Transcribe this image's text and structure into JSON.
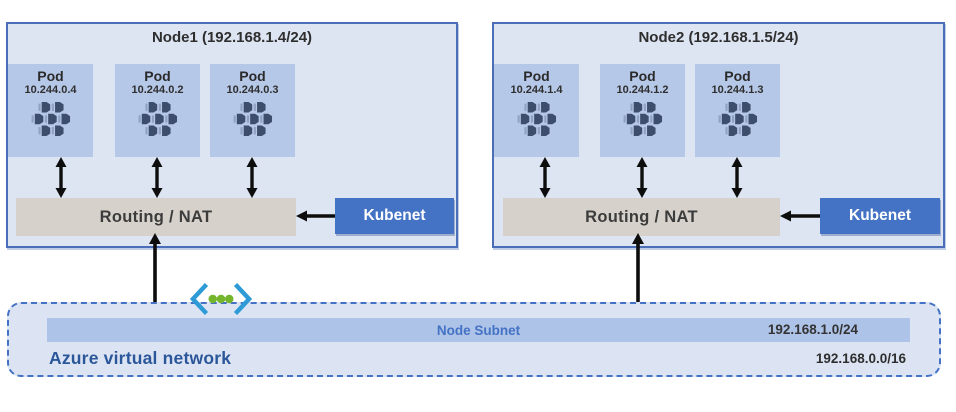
{
  "nodes": [
    {
      "title": "Node1 (192.168.1.4/24)",
      "pods": [
        {
          "label": "Pod",
          "ip": "10.244.0.2"
        },
        {
          "label": "Pod",
          "ip": "10.244.0.3"
        },
        {
          "label": "Pod",
          "ip": "10.244.0.4"
        }
      ],
      "router_label": "Routing / NAT",
      "agent_label": "Kubenet"
    },
    {
      "title": "Node2 (192.168.1.5/24)",
      "pods": [
        {
          "label": "Pod",
          "ip": "10.244.1.2"
        },
        {
          "label": "Pod",
          "ip": "10.244.1.3"
        },
        {
          "label": "Pod",
          "ip": "10.244.1.4"
        }
      ],
      "router_label": "Routing / NAT",
      "agent_label": "Kubenet"
    }
  ],
  "vnet": {
    "label": "Azure virtual network",
    "subnet_label": "Node Subnet",
    "subnet_cidr": "192.168.1.0/24",
    "vnet_cidr": "192.168.0.0/16"
  },
  "icons": {
    "pod_icon": "container-cluster-icon",
    "vnet_icon": "virtual-network-icon"
  },
  "colors": {
    "node_fill": "#dde5f3",
    "node_border": "#4a6fb8",
    "pod_fill": "#b6c8e8",
    "router_fill": "#d6d2cb",
    "kubenet_fill": "#4472c4",
    "subnet_bar_fill": "#aec3e8",
    "subnet_label_text": "#4472c4",
    "vnet_label_text": "#2b579a",
    "vnet_border": "#4472c4",
    "arrow": "#0d0d0d",
    "icon_bracket": "#2f9bd6",
    "icon_dot": "#74b52c"
  }
}
